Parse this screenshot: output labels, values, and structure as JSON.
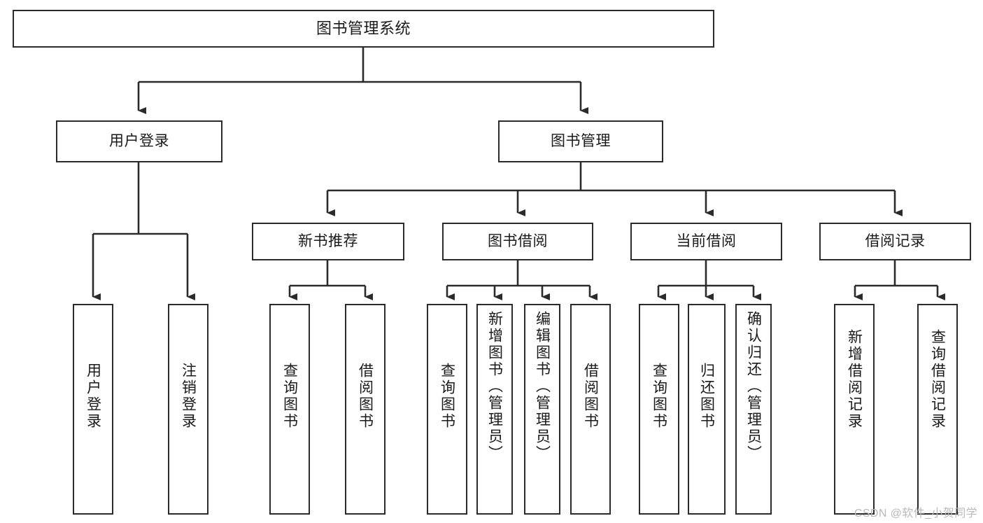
{
  "diagram": {
    "title": "图书管理系统",
    "type": "tree",
    "orientation": "top-down",
    "colors": {
      "box_border": "#2b2b2b",
      "box_fill": "#ffffff",
      "edge": "#2b2b2b",
      "text": "#1a1a1a",
      "watermark": "#b9b9b9",
      "background": "#ffffff"
    },
    "root": {
      "id": "root",
      "label": "图书管理系统",
      "orientation": "horizontal"
    },
    "level2": [
      {
        "id": "user-login",
        "label": "用户登录",
        "orientation": "horizontal"
      },
      {
        "id": "book-management",
        "label": "图书管理",
        "orientation": "horizontal"
      }
    ],
    "level3": [
      {
        "id": "new-book-recommend",
        "label": "新书推荐",
        "orientation": "horizontal",
        "parent": "book-management"
      },
      {
        "id": "book-borrow",
        "label": "图书借阅",
        "orientation": "horizontal",
        "parent": "book-management"
      },
      {
        "id": "current-borrow",
        "label": "当前借阅",
        "orientation": "horizontal",
        "parent": "book-management"
      },
      {
        "id": "borrow-record",
        "label": "借阅记录",
        "orientation": "horizontal",
        "parent": "book-management"
      }
    ],
    "leaves": [
      {
        "id": "leaf-user-login",
        "label": "用户登录",
        "parent": "user-login"
      },
      {
        "id": "leaf-logout-login",
        "label": "注销登录",
        "parent": "user-login"
      },
      {
        "id": "leaf-query-book-1",
        "label": "查询图书",
        "parent": "new-book-recommend"
      },
      {
        "id": "leaf-borrow-book-1",
        "label": "借阅图书",
        "parent": "new-book-recommend"
      },
      {
        "id": "leaf-query-book-2",
        "label": "查询图书",
        "parent": "book-borrow"
      },
      {
        "id": "leaf-add-book",
        "label": "新增图书（管理员）",
        "parent": "book-borrow"
      },
      {
        "id": "leaf-edit-book",
        "label": "编辑图书（管理员）",
        "parent": "book-borrow"
      },
      {
        "id": "leaf-borrow-book-2",
        "label": "借阅图书",
        "parent": "book-borrow"
      },
      {
        "id": "leaf-query-book-3",
        "label": "查询图书",
        "parent": "current-borrow"
      },
      {
        "id": "leaf-return-book",
        "label": "归还图书",
        "parent": "current-borrow"
      },
      {
        "id": "leaf-confirm-return",
        "label": "确认归还（管理员）",
        "parent": "current-borrow"
      },
      {
        "id": "leaf-add-borrow-record",
        "label": "新增借阅记录",
        "parent": "borrow-record"
      },
      {
        "id": "leaf-query-borrow-record",
        "label": "查询借阅记录",
        "parent": "borrow-record"
      }
    ],
    "watermark": "CSDN @软件_小贺同学"
  }
}
